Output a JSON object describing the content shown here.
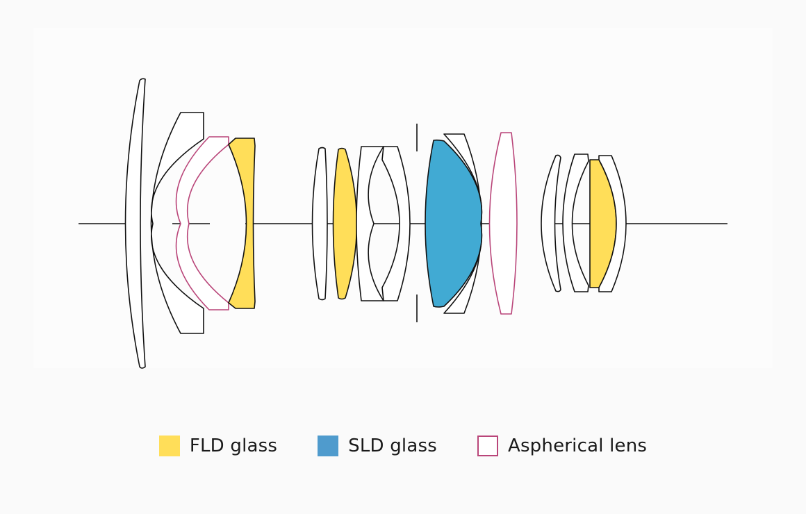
{
  "colors": {
    "fld": "#ffde59",
    "sld": "#41aad3",
    "aspherical_stroke": "#b94579",
    "outline": "#111111",
    "background": "#fafafa",
    "legend_sld": "#4f9bcd"
  },
  "legend": [
    {
      "key": "fld",
      "label": "FLD glass"
    },
    {
      "key": "sld",
      "label": "SLD glass"
    },
    {
      "key": "aspherical",
      "label": "Aspherical lens"
    }
  ]
}
